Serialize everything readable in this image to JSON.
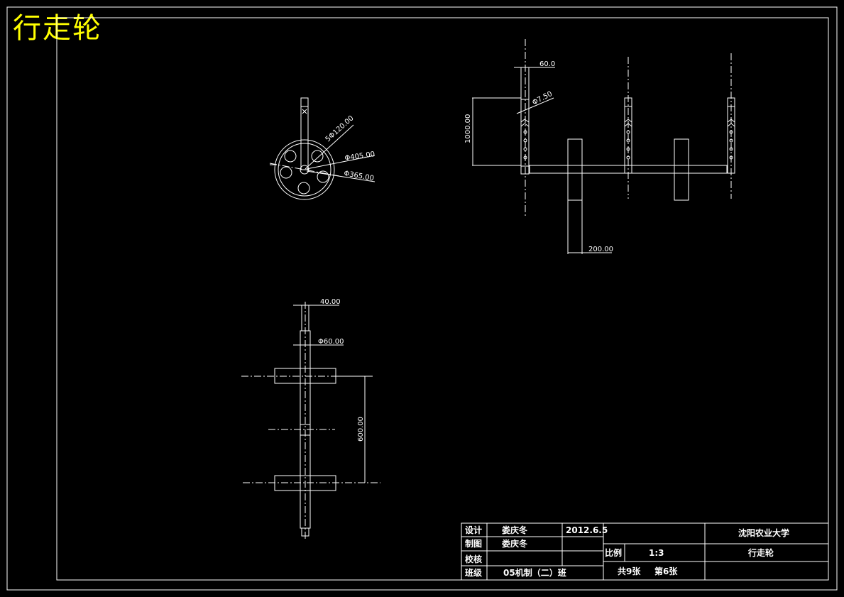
{
  "drawing_title": "行走轮",
  "dimensions": {
    "wheel_holes": "5Φ120.00",
    "wheel_outer": "Φ405.00",
    "wheel_inner": "Φ365.00",
    "front_width": "60.0",
    "front_hole": "Φ7.50",
    "front_height": "1000.00",
    "front_hub": "200.00",
    "side_width": "40.00",
    "side_diameter": "Φ60.00",
    "side_spacing": "600.00"
  },
  "title_block": {
    "design_label": "设计",
    "design_name": "娄庆冬",
    "design_date": "2012.6.5",
    "drafting_label": "制图",
    "drafting_name": "娄庆冬",
    "check_label": "校核",
    "class_label": "班级",
    "class_value": "05机制（二）班",
    "scale_label": "比例",
    "scale_value": "1:3",
    "sheets_total": "共9张",
    "sheet_number": "第6张",
    "school": "沈阳农业大学",
    "part_name": "行走轮"
  },
  "colors": {
    "background": "#000000",
    "lines": "#ffffff",
    "title": "#ffff00"
  }
}
